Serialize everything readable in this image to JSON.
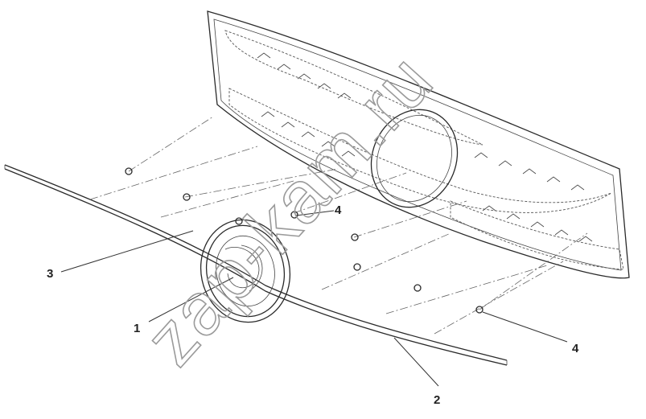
{
  "callouts": [
    {
      "id": "1",
      "label": "1"
    },
    {
      "id": "2",
      "label": "2"
    },
    {
      "id": "3",
      "label": "3"
    },
    {
      "id": "4a",
      "label": "4"
    },
    {
      "id": "4b",
      "label": "4"
    }
  ],
  "watermark": {
    "text": "zap-kam.ru"
  },
  "colors": {
    "line": "#2a2a2a",
    "background": "#ffffff",
    "watermark": "#9a9a9a"
  }
}
